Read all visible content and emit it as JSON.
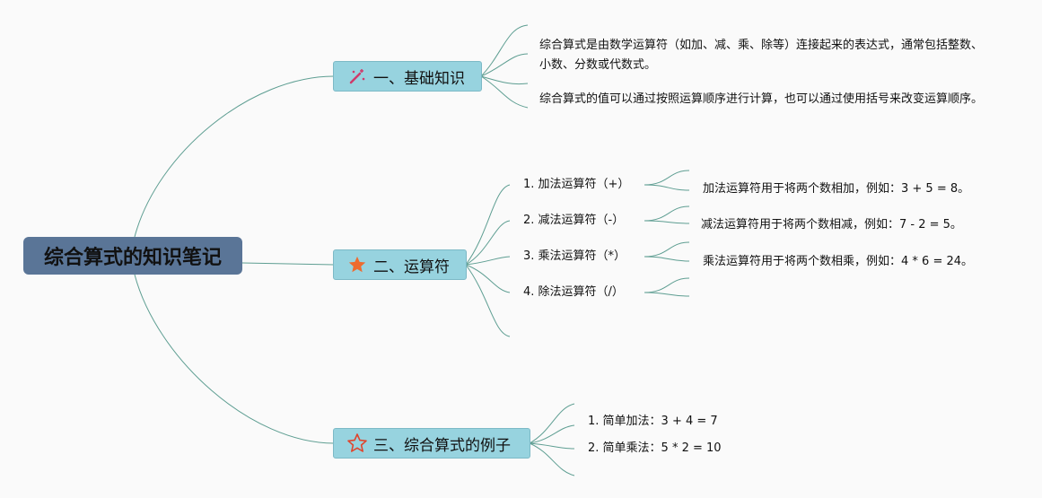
{
  "root": {
    "title": "综合算式的知识笔记"
  },
  "branches": [
    {
      "title": "一、基础知识",
      "icon": "magic-wand-icon",
      "notes": [
        "综合算式是由数学运算符（如加、减、乘、除等）连接起来的表达式，通常包括整数、小数、分数或代数式。",
        "综合算式的值可以通过按照运算顺序进行计算，也可以通过使用括号来改变运算顺序。"
      ]
    },
    {
      "title": "二、运算符",
      "icon": "star-filled-icon",
      "operators": [
        {
          "label": "1. 加法运算符（+）",
          "desc": "加法运算符用于将两个数相加，例如：3 + 5 = 8。"
        },
        {
          "label": "2. 减法运算符（-）",
          "desc": "减法运算符用于将两个数相减，例如：7 - 2 = 5。"
        },
        {
          "label": "3. 乘法运算符（*）",
          "desc": "乘法运算符用于将两个数相乘，例如：4 * 6 = 24。"
        },
        {
          "label": "4. 除法运算符（/）",
          "desc": ""
        }
      ]
    },
    {
      "title": "三、综合算式的例子",
      "icon": "star-outline-icon",
      "examples": [
        "1. 简单加法：3 + 4 = 7",
        "2. 简单乘法：5 * 2 = 10"
      ]
    }
  ],
  "colors": {
    "root_bg": "#5a7597",
    "branch_bg": "#97d3df",
    "line": "#5e9e92",
    "wand": "#d03a6a",
    "star_filled": "#ee6b2f",
    "star_outline": "#e0442c"
  }
}
